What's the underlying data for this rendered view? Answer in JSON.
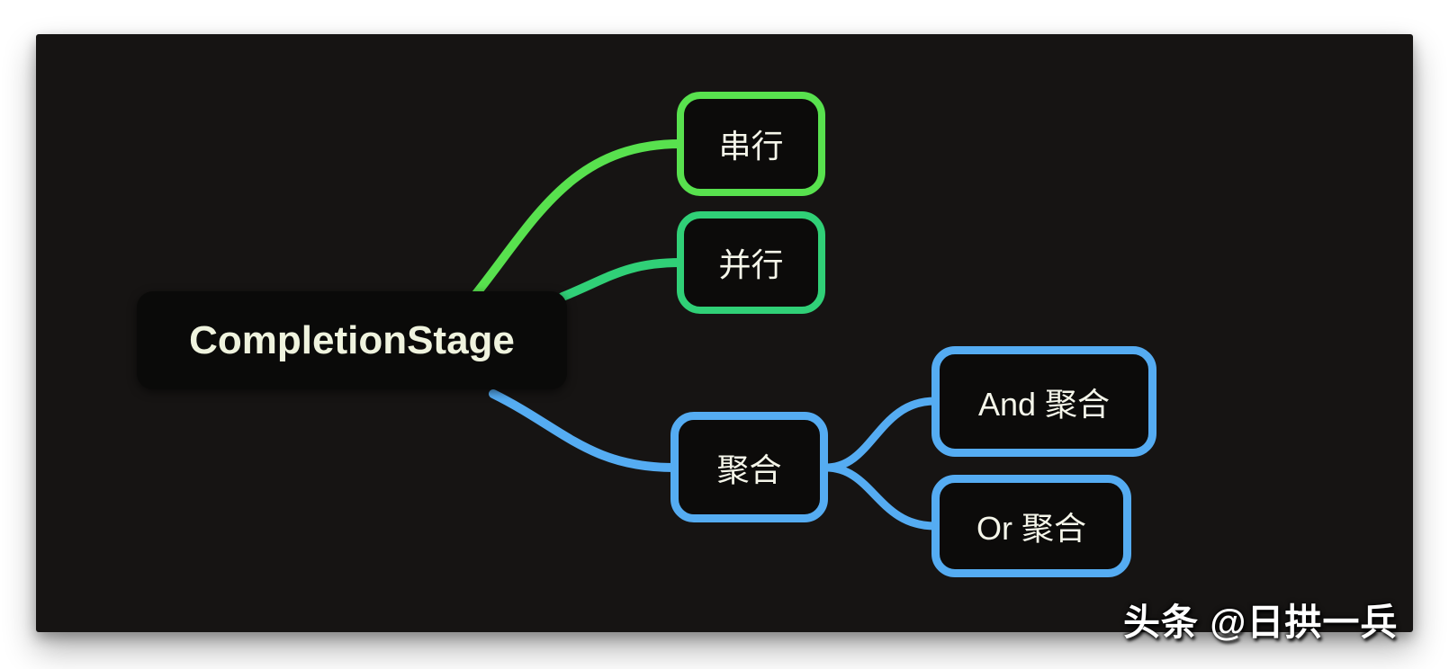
{
  "watermark": {
    "text": "头条 @日拱一兵"
  },
  "colors": {
    "page_bg": "#ffffff",
    "canvas_bg": "#161413",
    "node_fill": "#0c0b0a",
    "root_fill": "#0a0a09",
    "root_text": "#eff3de",
    "node_text": "#f5f6ea",
    "lime": "#58e14e",
    "emerald": "#30d077",
    "blue": "#55acf2"
  },
  "mindmap": {
    "root": {
      "label": "CompletionStage"
    },
    "children": [
      {
        "label": "串行",
        "color": "#58e14e"
      },
      {
        "label": "并行",
        "color": "#30d077"
      },
      {
        "label": "聚合",
        "color": "#55acf2",
        "children": [
          {
            "label": "And 聚合",
            "color": "#55acf2"
          },
          {
            "label": "Or 聚合",
            "color": "#55acf2"
          }
        ]
      }
    ]
  }
}
